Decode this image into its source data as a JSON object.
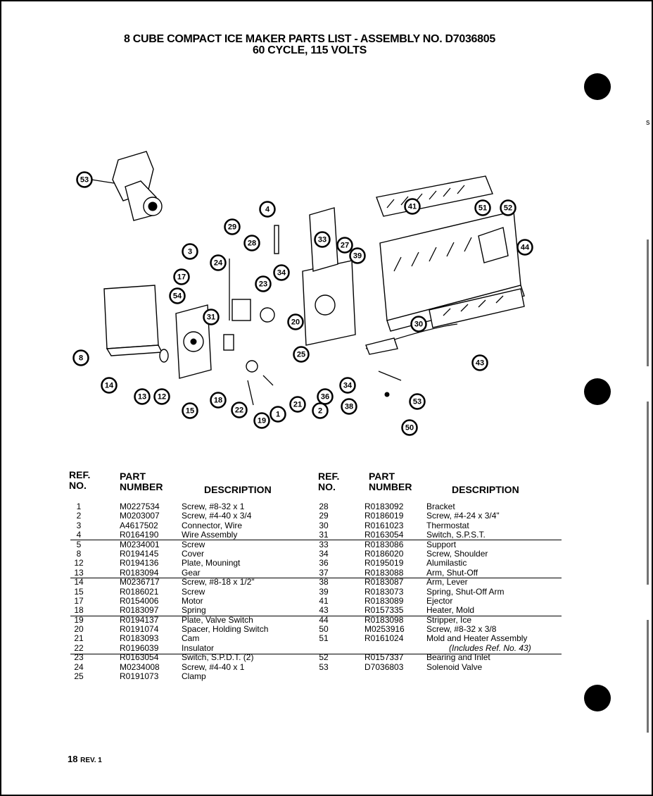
{
  "title": {
    "line1": "8 CUBE COMPACT ICE MAKER PARTS LIST  -  ASSEMBLY NO. D7036805",
    "line2": "60 CYCLE, 115 VOLTS"
  },
  "diagram": {
    "callouts": [
      "53",
      "4",
      "41",
      "51",
      "52",
      "29",
      "28",
      "24",
      "23",
      "34",
      "33",
      "27",
      "39",
      "44",
      "3",
      "17",
      "54",
      "31",
      "20",
      "30",
      "8",
      "14",
      "13",
      "12",
      "15",
      "18",
      "22",
      "19",
      "1",
      "21",
      "2",
      "25",
      "36",
      "34",
      "38",
      "43",
      "53",
      "50"
    ]
  },
  "table_headers": {
    "ref_no_line1": "REF.",
    "ref_no_line2": "NO.",
    "part_number_line1": "PART",
    "part_number_line2": "NUMBER",
    "description": "DESCRIPTION"
  },
  "left_parts": [
    {
      "ref": "1",
      "part": "M0227534",
      "desc": "Screw, #8-32 x 1"
    },
    {
      "ref": "2",
      "part": "M0203007",
      "desc": "Screw, #4-40 x 3/4"
    },
    {
      "ref": "3",
      "part": "A4617502",
      "desc": "Connector, Wire"
    },
    {
      "ref": "4",
      "part": "R0164190",
      "desc": "Wire Assembly"
    },
    {
      "ref": "5",
      "part": "M0234001",
      "desc": "Screw"
    },
    {
      "ref": "8",
      "part": "R0194145",
      "desc": "Cover"
    },
    {
      "ref": "12",
      "part": "R0194136",
      "desc": "Plate, Mouningt"
    },
    {
      "ref": "13",
      "part": "R0183094",
      "desc": "Gear"
    },
    {
      "ref": "14",
      "part": "M0236717",
      "desc": "Screw, #8-18 x 1/2\""
    },
    {
      "ref": "15",
      "part": "R0186021",
      "desc": "Screw"
    },
    {
      "ref": "17",
      "part": "R0154006",
      "desc": "Motor"
    },
    {
      "ref": "18",
      "part": "R0183097",
      "desc": "Spring"
    },
    {
      "ref": "19",
      "part": "R0194137",
      "desc": "Plate, Valve Switch"
    },
    {
      "ref": "20",
      "part": "R0191074",
      "desc": "Spacer, Holding Switch"
    },
    {
      "ref": "21",
      "part": "R0183093",
      "desc": "Cam"
    },
    {
      "ref": "22",
      "part": "R0196039",
      "desc": "Insulator"
    },
    {
      "ref": "23",
      "part": "R0163054",
      "desc": "Switch, S.P.D.T. (2)"
    },
    {
      "ref": "24",
      "part": "M0234008",
      "desc": "Screw, #4-40 x 1"
    },
    {
      "ref": "25",
      "part": "R0191073",
      "desc": "Clamp"
    }
  ],
  "right_parts": [
    {
      "ref": "28",
      "part": "R0183092",
      "desc": "Bracket"
    },
    {
      "ref": "29",
      "part": "R0186019",
      "desc": "Screw, #4-24 x 3/4\""
    },
    {
      "ref": "30",
      "part": "R0161023",
      "desc": "Thermostat"
    },
    {
      "ref": "31",
      "part": "R0163054",
      "desc": "Switch, S.P.S.T."
    },
    {
      "ref": "33",
      "part": "R0183086",
      "desc": "Support"
    },
    {
      "ref": "34",
      "part": "R0186020",
      "desc": "Screw, Shoulder"
    },
    {
      "ref": "36",
      "part": "R0195019",
      "desc": "Alumilastic"
    },
    {
      "ref": "37",
      "part": "R0183088",
      "desc": "Arm, Shut-Off"
    },
    {
      "ref": "38",
      "part": "R0183087",
      "desc": "Arm, Lever"
    },
    {
      "ref": "39",
      "part": "R0183073",
      "desc": "Spring, Shut-Off Arm"
    },
    {
      "ref": "41",
      "part": "R0183089",
      "desc": "Ejector"
    },
    {
      "ref": "43",
      "part": "R0157335",
      "desc": "Heater, Mold"
    },
    {
      "ref": "44",
      "part": "R0183098",
      "desc": "Stripper, Ice"
    },
    {
      "ref": "50",
      "part": "M0253916",
      "desc": "Screw, #8-32 x 3/8"
    },
    {
      "ref": "51",
      "part": "R0161024",
      "desc": "Mold and Heater Assembly"
    },
    {
      "ref": "",
      "part": "",
      "desc": "(Includes Ref. No. 43)"
    },
    {
      "ref": "52",
      "part": "R0157337",
      "desc": "Bearing and Inlet"
    },
    {
      "ref": "53",
      "part": "D7036803",
      "desc": "Solenoid Valve"
    }
  ],
  "footer": {
    "page": "18",
    "rev": "REV. 1"
  },
  "margin_mark": "s"
}
